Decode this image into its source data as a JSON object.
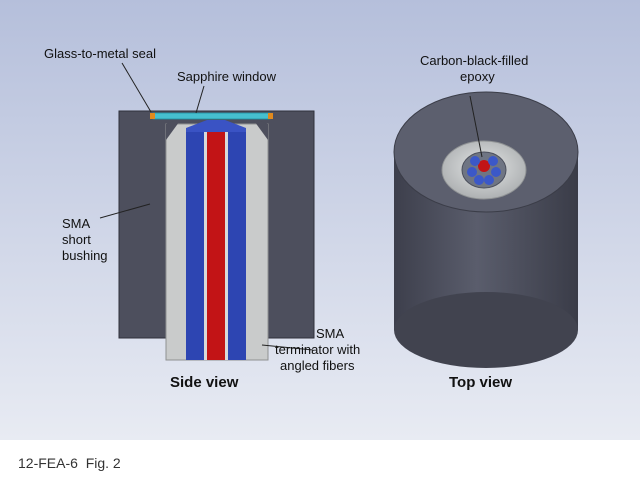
{
  "labels": {
    "glass_seal": "Glass-to-metal seal",
    "sapphire_window": "Sapphire window",
    "bushing": [
      "SMA",
      "short",
      "bushing"
    ],
    "terminator": [
      "SMA",
      "terminator with",
      "angled fibers"
    ],
    "epoxy": [
      "Carbon-black-filled",
      "epoxy"
    ],
    "side_view": "Side view",
    "top_view": "Top view"
  },
  "caption": "12-FEA-6  Fig. 2",
  "colors": {
    "background_top": "#b9c3de",
    "background_bottom": "#e6e9f2",
    "bushing": "#4d4f5d",
    "terminator": "#c9cbcb",
    "fiber_blue": "#2d45b2",
    "fiber_red": "#c21416",
    "window": "#46bfcf",
    "seal": "#e08a1e"
  },
  "icons": [
    "side-view-cross-section",
    "top-view-cylinder"
  ]
}
